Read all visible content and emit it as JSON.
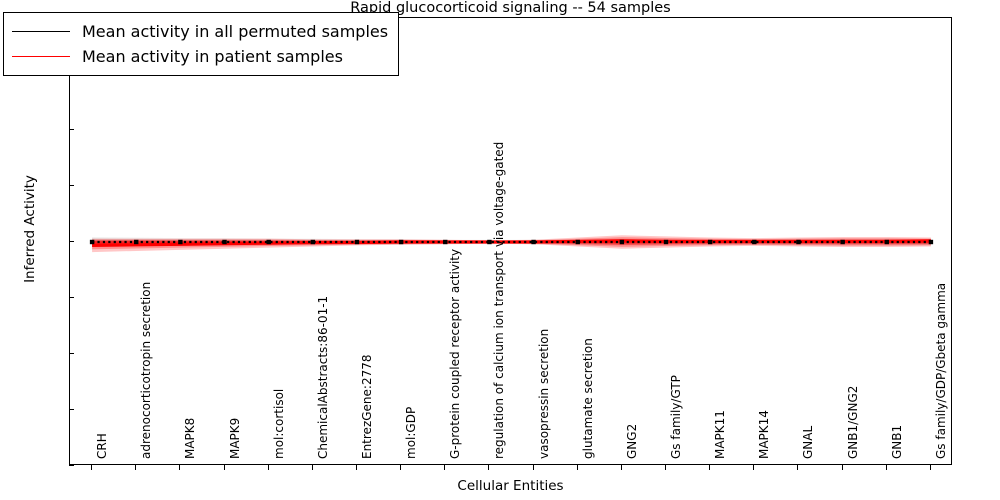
{
  "chart_data": {
    "type": "line",
    "title": "Rapid glucocorticoid signaling -- 54 samples",
    "xlabel": "Cellular Entities",
    "ylabel": "Inferred Activity",
    "ylim": [
      -4,
      4
    ],
    "yticks": [
      4,
      3,
      2,
      1,
      0,
      -1,
      -2,
      -3,
      -4
    ],
    "grid": false,
    "legend_position": "upper left",
    "categories": [
      "CRH",
      "adrenocorticotropin secretion",
      "MAPK8",
      "MAPK9",
      "mol:cortisol",
      "ChemicalAbstracts:86-01-1",
      "EntrezGene:2778",
      "mol:GDP",
      "G-protein coupled receptor activity",
      "regulation of calcium ion transport via voltage-gated",
      "vasopressin secretion",
      "glutamate secretion",
      "GNG2",
      "Gs family/GTP",
      "MAPK11",
      "MAPK14",
      "GNAL",
      "GNB1/GNG2",
      "GNB1",
      "Gs family/GDP/Gbeta gamma"
    ],
    "series": [
      {
        "name": "Mean activity in all permuted samples",
        "color": "#000000",
        "style": "dotted",
        "values": [
          0.0,
          0.0,
          0.0,
          0.0,
          0.0,
          0.0,
          0.0,
          0.0,
          0.0,
          0.0,
          0.0,
          0.0,
          0.0,
          0.0,
          0.0,
          0.0,
          0.0,
          0.0,
          0.0,
          0.0
        ],
        "band_lower": [
          -0.09,
          -0.08,
          -0.07,
          -0.07,
          -0.06,
          -0.06,
          -0.05,
          -0.05,
          -0.04,
          -0.04,
          -0.04,
          -0.05,
          -0.06,
          -0.05,
          -0.05,
          -0.05,
          -0.06,
          -0.06,
          -0.06,
          -0.06
        ],
        "band_upper": [
          0.09,
          0.08,
          0.07,
          0.07,
          0.06,
          0.06,
          0.05,
          0.05,
          0.04,
          0.04,
          0.04,
          0.05,
          0.06,
          0.05,
          0.05,
          0.05,
          0.06,
          0.06,
          0.06,
          0.06
        ],
        "band_color": "#bfbfbf"
      },
      {
        "name": "Mean activity in patient samples",
        "color": "#ff0000",
        "style": "solid",
        "values": [
          -0.06,
          -0.05,
          -0.04,
          -0.03,
          -0.02,
          -0.01,
          -0.01,
          0.0,
          0.0,
          0.0,
          0.0,
          0.01,
          0.02,
          0.01,
          0.01,
          0.01,
          0.01,
          0.01,
          0.01,
          0.02
        ],
        "band_lower": [
          -0.18,
          -0.16,
          -0.14,
          -0.12,
          -0.1,
          -0.08,
          -0.06,
          -0.05,
          -0.04,
          -0.03,
          -0.04,
          -0.08,
          -0.12,
          -0.1,
          -0.08,
          -0.07,
          -0.08,
          -0.09,
          -0.09,
          -0.08
        ],
        "band_upper": [
          0.06,
          0.06,
          0.06,
          0.06,
          0.06,
          0.05,
          0.05,
          0.05,
          0.04,
          0.03,
          0.04,
          0.08,
          0.12,
          0.1,
          0.08,
          0.07,
          0.08,
          0.09,
          0.09,
          0.08
        ],
        "band_color": "#ff0000"
      }
    ]
  },
  "legend": {
    "entries": [
      {
        "label": "Mean activity in all permuted samples",
        "color": "#000000"
      },
      {
        "label": "Mean activity in patient samples",
        "color": "#ff0000"
      }
    ]
  }
}
